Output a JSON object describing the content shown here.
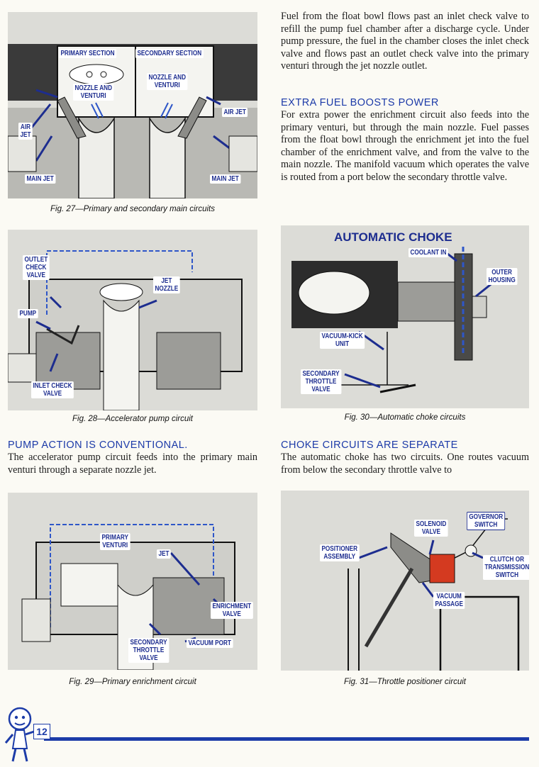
{
  "fig27": {
    "caption": "Fig. 27—Primary and secondary main circuits",
    "labels": {
      "primary_section": "PRIMARY SECTION",
      "secondary_section": "SECONDARY SECTION",
      "nozzle_left": "NOZZLE AND\nVENTURI",
      "nozzle_right": "NOZZLE AND\nVENTURI",
      "air_jet_left": "AIR\nJET",
      "air_jet_right": "AIR JET",
      "main_jet_left": "MAIN JET",
      "main_jet_right": "MAIN JET"
    }
  },
  "fig28": {
    "caption": "Fig. 28—Accelerator pump circuit",
    "labels": {
      "outlet_check_valve": "OUTLET\nCHECK\nVALVE",
      "jet_nozzle": "JET\nNOZZLE",
      "pump": "PUMP",
      "inlet_check_valve": "INLET CHECK\nVALVE"
    }
  },
  "fig29": {
    "caption": "Fig. 29—Primary enrichment circuit",
    "labels": {
      "primary_venturi": "PRIMARY\nVENTURI",
      "jet": "JET",
      "enrichment_valve": "ENRICHMENT\nVALVE",
      "secondary_throttle_valve": "SECONDARY\nTHROTTLE\nVALVE",
      "vacuum_port": "VACUUM PORT"
    }
  },
  "fig30": {
    "caption": "Fig. 30—Automatic choke circuits",
    "labels": {
      "title": "AUTOMATIC CHOKE",
      "coolant_in": "COOLANT IN",
      "outer_housing": "OUTER\nHOUSING",
      "vacuum_kick_unit": "VACUUM-KICK\nUNIT",
      "secondary_throttle_valve": "SECONDARY\nTHROTTLE\nVALVE"
    }
  },
  "fig31": {
    "caption": "Fig. 31—Throttle positioner circuit",
    "labels": {
      "governor_switch": "GOVERNOR\nSWITCH",
      "solenoid_valve": "SOLENOID\nVALVE",
      "positioner_assembly": "POSITIONER\nASSEMBLY",
      "clutch_switch": "CLUTCH OR\nTRANSMISSION\nSWITCH",
      "vacuum_passage": "VACUUM\nPASSAGE"
    }
  },
  "text": {
    "intro": "Fuel from the float bowl flows past an inlet check valve to refill the pump fuel chamber after a discharge cycle. Under pump pressure, the fuel in the chamber closes the inlet check valve and flows past an outlet check valve into the primary venturi through the jet nozzle outlet.",
    "extra_heading": "EXTRA FUEL BOOSTS POWER",
    "extra_body": "For extra power the enrichment circuit also feeds into the primary venturi, but through the main nozzle. Fuel passes from the float bowl through the enrichment jet into the fuel chamber of the enrichment valve, and from the valve to the main nozzle. The manifold vacuum which operates the valve is routed from a port below the secondary throttle valve.",
    "pump_heading": "PUMP ACTION IS CONVENTIONAL.",
    "pump_body": "The accelerator pump circuit feeds into the primary main venturi through a separate nozzle jet.",
    "choke_heading": "CHOKE CIRCUITS ARE SEPARATE",
    "choke_body": "The automatic choke has two circuits. One routes vacuum from below the secondary throttle valve to"
  },
  "page": {
    "number": "12"
  },
  "colors": {
    "accent_blue": "#1d3ca8",
    "label_blue": "#1d2d8f",
    "figure_bg": "#dcdcd7"
  }
}
